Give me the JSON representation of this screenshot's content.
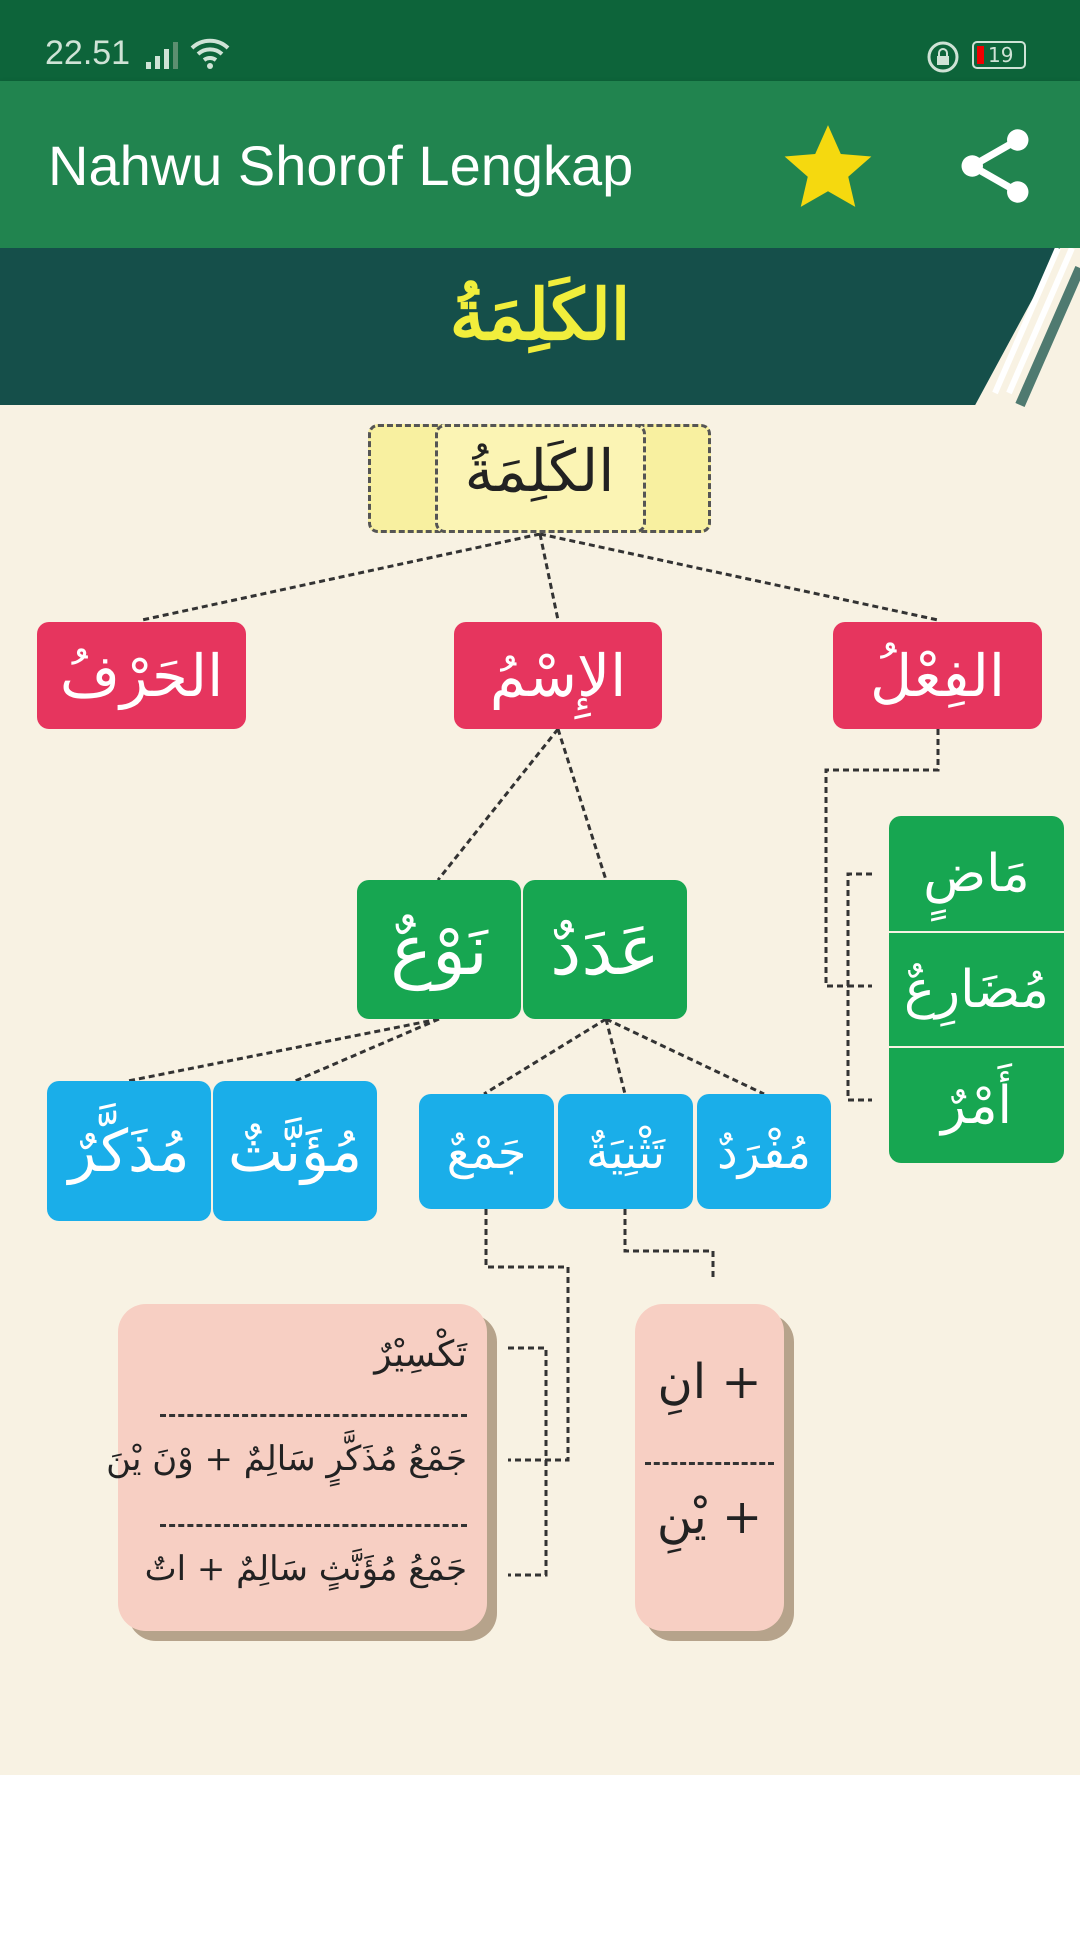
{
  "status_bar": {
    "time": "22.51",
    "battery": "19",
    "icons": [
      "signal-icon",
      "wifi-icon",
      "rotation-lock-icon",
      "battery-icon"
    ]
  },
  "app_bar": {
    "title": "Nahwu Shorof Lengkap",
    "icons": [
      "star-icon",
      "share-icon"
    ],
    "star_color": "#f5d90f"
  },
  "diagram": {
    "banner_title": "الكَلِمَةُ",
    "root": "الكَلِمَةُ",
    "level1": [
      "الحَرْفُ",
      "الإِسْمُ",
      "الفِعْلُ"
    ],
    "ism_children": [
      "نَوْعٌ",
      "عَدَدٌ"
    ],
    "fil_children": [
      "مَاضٍ",
      "مُضَارِعٌ",
      "أَمْرٌ"
    ],
    "naw_children": [
      "مُذَكَّرٌ",
      "مُؤَنَّثٌ"
    ],
    "adad_children": [
      "جَمْعٌ",
      "تَثْنِيَةٌ",
      "مُفْرَدٌ"
    ],
    "jam_types": [
      "تَكْسِيْرٌ",
      "جَمْعُ مُذَكَّرٍ سَالِمٌ + وْنَ يْنَ",
      "جَمْعُ مُؤَنَّثٍ سَالِمٌ + اتٌ"
    ],
    "tatsniyah_suffixes": [
      "+ انِ",
      "+ يْنِ"
    ]
  }
}
